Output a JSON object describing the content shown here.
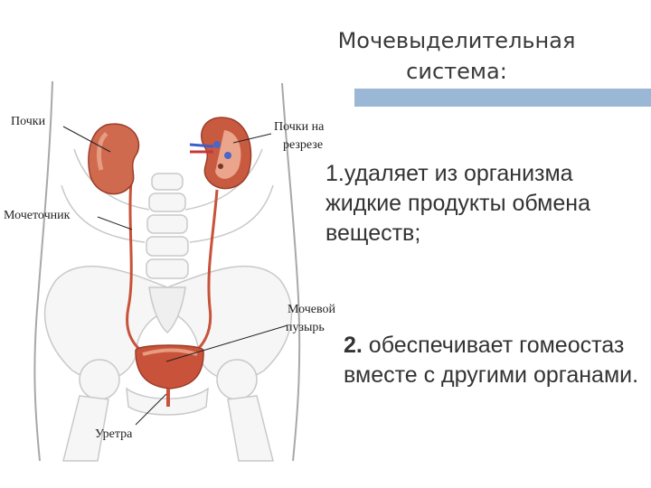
{
  "slide": {
    "title_line1": "Мочевыделительная",
    "title_line2": "система:",
    "point1": "1.удаляет из организма жидкие продукты обмена веществ;",
    "point2_number": "2.",
    "point2_text": " обеспечивает гомеостаз вместе с другими органами."
  },
  "diagram": {
    "labels": {
      "kidneys": "Почки",
      "kidney_section_line1": "Почки на",
      "kidney_section_line2": "резрезе",
      "ureter": "Мочеточник",
      "bladder_line1": "Мочевой",
      "bladder_line2": "пузырь",
      "urethra": "Уретра"
    }
  },
  "colors": {
    "organ": "#c8523a",
    "organ_light": "#e79b80",
    "bone_stroke": "#c9c9c9",
    "accent": "#9bb7d6"
  }
}
